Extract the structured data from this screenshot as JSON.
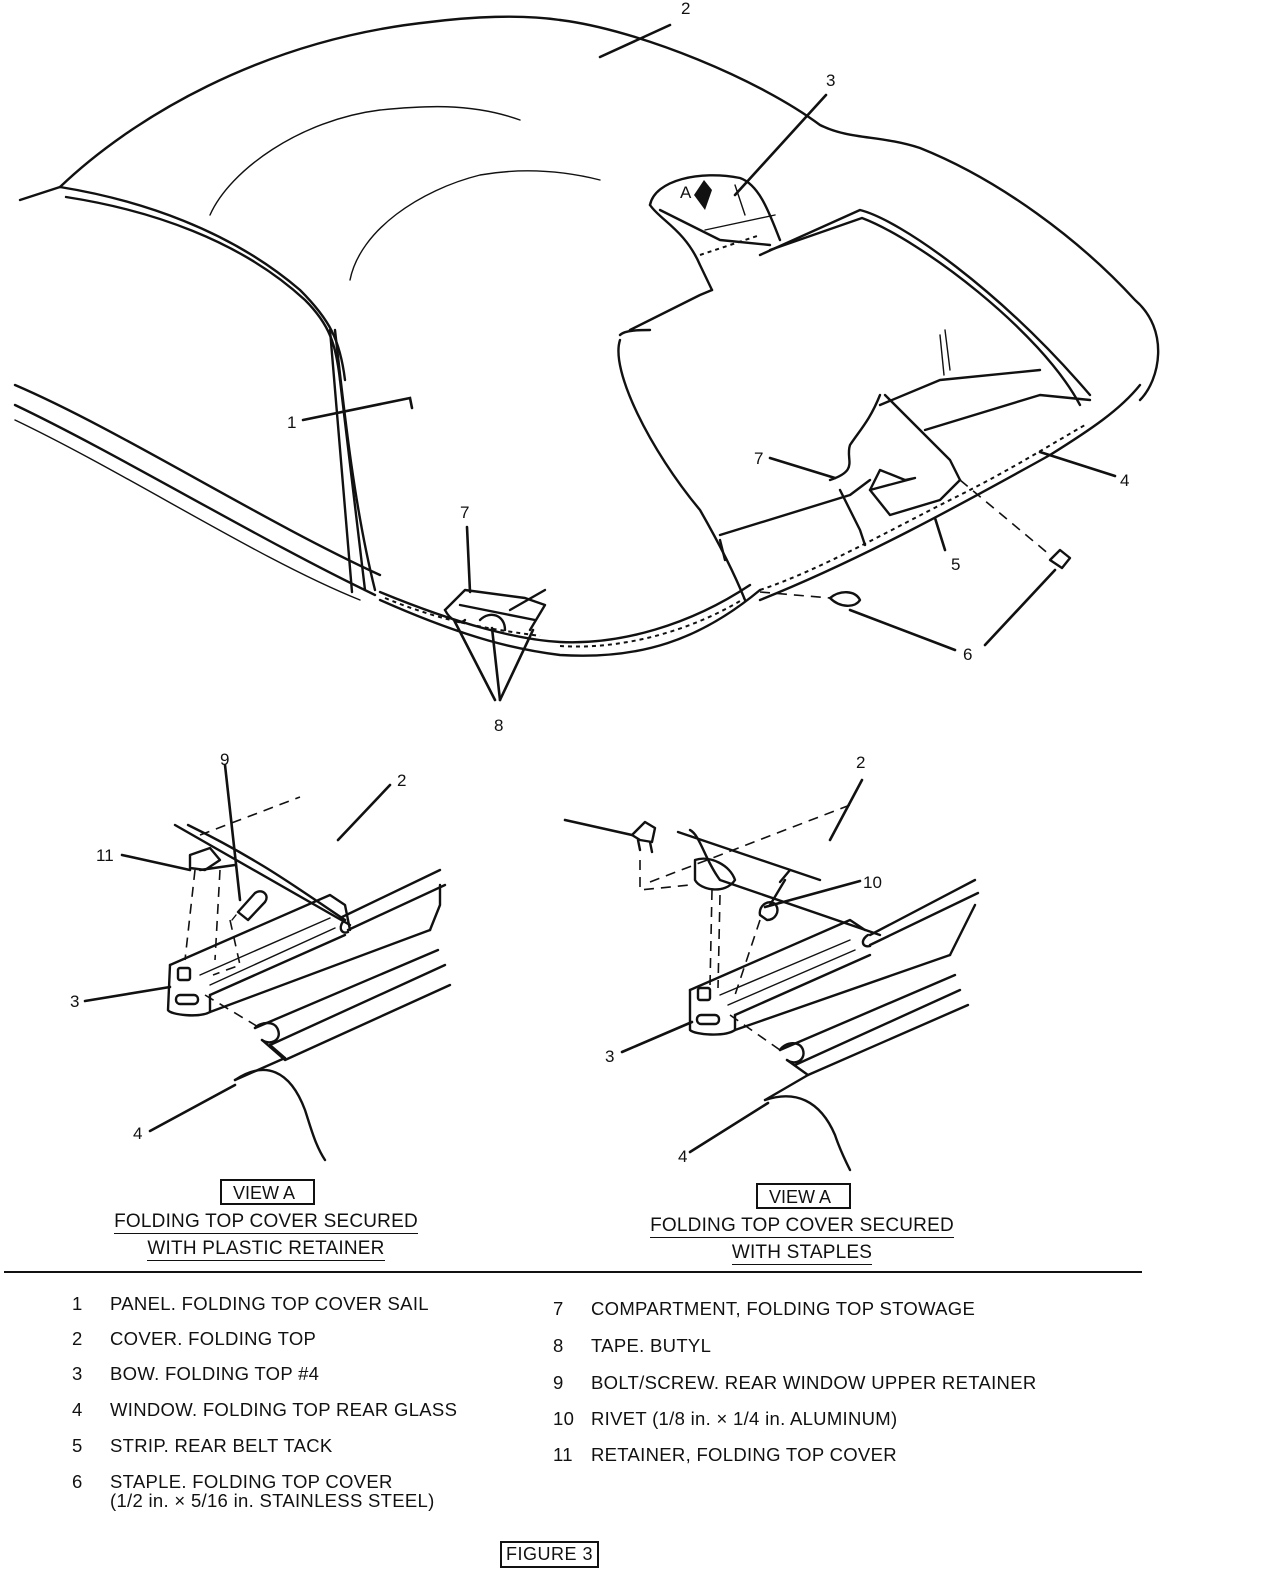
{
  "callouts": {
    "c1": "1",
    "c2": "2",
    "c3": "3",
    "c4": "4",
    "c5": "5",
    "c6": "6",
    "c7a": "7",
    "c7b": "7",
    "c8": "8",
    "cA": "A",
    "left_c9": "9",
    "left_c2": "2",
    "left_c11": "11",
    "left_c3": "3",
    "left_c4": "4",
    "right_c2": "2",
    "right_c10": "10",
    "right_c3": "3",
    "right_c4": "4"
  },
  "views": {
    "left": {
      "box_label": "VIEW A",
      "line1": "FOLDING TOP COVER SECURED",
      "line2": "WITH PLASTIC RETAINER"
    },
    "right": {
      "box_label": "VIEW A",
      "line1": "FOLDING TOP COVER SECURED",
      "line2": "WITH STAPLES"
    }
  },
  "legend": {
    "left": [
      {
        "num": "1",
        "text": "PANEL. FOLDING TOP COVER SAIL"
      },
      {
        "num": "2",
        "text": "COVER. FOLDING TOP"
      },
      {
        "num": "3",
        "text": "BOW. FOLDING TOP #4"
      },
      {
        "num": "4",
        "text": "WINDOW. FOLDING TOP REAR GLASS"
      },
      {
        "num": "5",
        "text": "STRIP. REAR BELT TACK"
      },
      {
        "num": "6",
        "text": "STAPLE. FOLDING TOP COVER"
      }
    ],
    "left_extra": "(1/2 in. × 5/16 in. STAINLESS STEEL)",
    "right": [
      {
        "num": "7",
        "text": "COMPARTMENT, FOLDING TOP STOWAGE"
      },
      {
        "num": "8",
        "text": "TAPE. BUTYL"
      },
      {
        "num": "9",
        "text": "BOLT/SCREW. REAR WINDOW UPPER RETAINER"
      },
      {
        "num": "10",
        "text": "RIVET (1/8 in. × 1/4 in. ALUMINUM)"
      },
      {
        "num": "11",
        "text": "RETAINER, FOLDING TOP COVER"
      }
    ]
  },
  "figure_label": "FIGURE 3"
}
